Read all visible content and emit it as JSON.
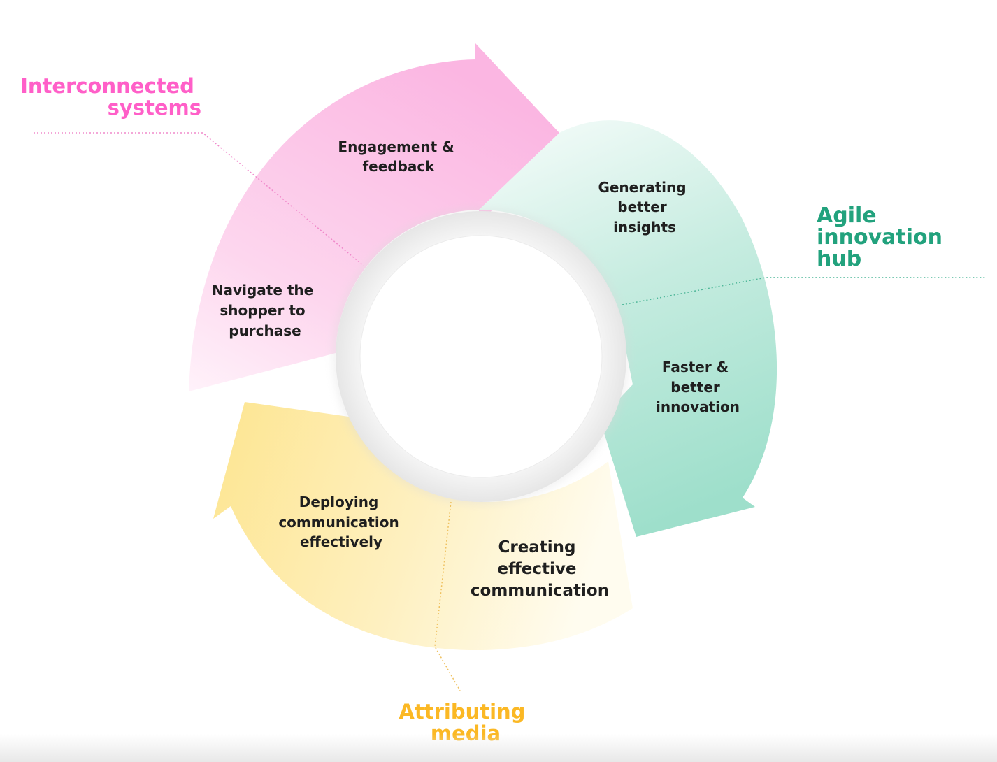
{
  "colors": {
    "pink": "#ff5fc8",
    "pink_fill": "#fbbfe6",
    "teal": "#22a27d",
    "teal_fill": "#a3e1d1",
    "yellow": "#fbb824",
    "yellow_fill": "#fde493",
    "text": "#1f1f1f"
  },
  "groups": {
    "interconnected": [
      "Interconnected",
      "systems"
    ],
    "agile": [
      "Agile",
      "innovation",
      "hub"
    ],
    "attributing": [
      "Attributing",
      "media"
    ]
  },
  "segments": {
    "engagement": [
      "Engagement &",
      "feedback"
    ],
    "navigate": [
      "Navigate the",
      "shopper to",
      "purchase"
    ],
    "generating": [
      "Generating",
      "better",
      "insights"
    ],
    "faster": [
      "Faster &",
      "better",
      "innovation"
    ],
    "deploying": [
      "Deploying",
      "communication",
      "effectively"
    ],
    "creating": [
      "Creating",
      "effective",
      "communication"
    ]
  }
}
